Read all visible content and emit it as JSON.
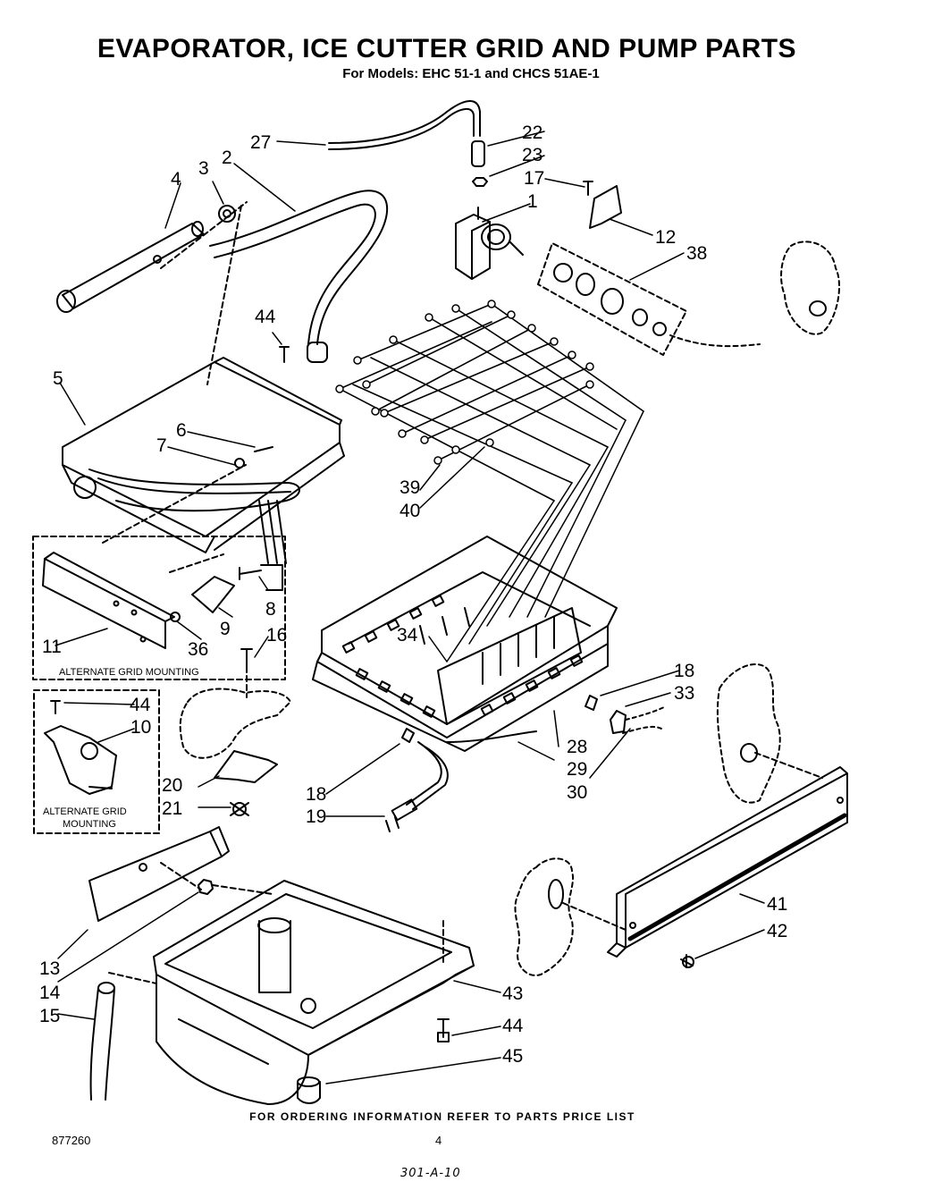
{
  "title": "EVAPORATOR, ICE CUTTER GRID AND PUMP PARTS",
  "subtitle": "For Models: EHC 51-1 and CHCS 51AE-1",
  "callouts": [
    "1",
    "2",
    "3",
    "4",
    "5",
    "6",
    "7",
    "8",
    "9",
    "10",
    "11",
    "12",
    "13",
    "14",
    "15",
    "16",
    "17",
    "18",
    "18",
    "19",
    "20",
    "21",
    "22",
    "23",
    "27",
    "28",
    "29",
    "30",
    "33",
    "34",
    "36",
    "38",
    "39",
    "40",
    "41",
    "42",
    "43",
    "44",
    "44",
    "44",
    "45"
  ],
  "boxes": {
    "alternate_grid_mounting_1": "ALTERNATE GRID MOUNTING",
    "alternate_grid_mounting_2_line1": "ALTERNATE GRID",
    "alternate_grid_mounting_2_line2": "MOUNTING"
  },
  "footer": "FOR ORDERING INFORMATION REFER TO PARTS PRICE LIST",
  "doc_number": "877260",
  "page_number": "4",
  "handwritten_note": "301-A-10"
}
